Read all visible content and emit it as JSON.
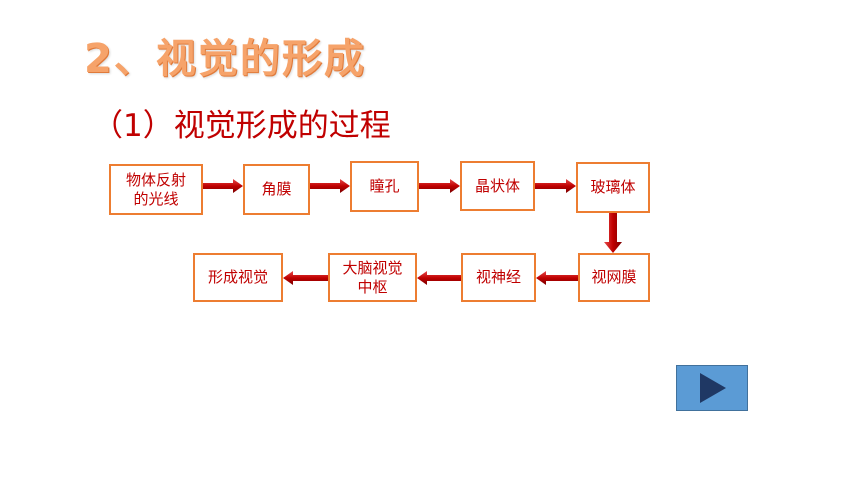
{
  "title": "2、视觉的形成",
  "subtitle": "（1）视觉形成的过程",
  "flow": {
    "steps": [
      {
        "id": "light",
        "label": "物体反射\n的光线"
      },
      {
        "id": "cornea",
        "label": "角膜"
      },
      {
        "id": "pupil",
        "label": "瞳孔"
      },
      {
        "id": "lens",
        "label": "晶状体"
      },
      {
        "id": "vitreous",
        "label": "玻璃体"
      },
      {
        "id": "retina",
        "label": "视网膜"
      },
      {
        "id": "optic-nerve",
        "label": "视神经"
      },
      {
        "id": "visual-center",
        "label": "大脑视觉\n中枢"
      },
      {
        "id": "vision",
        "label": "形成视觉"
      }
    ]
  },
  "colors": {
    "title": "#f6a36a",
    "text": "#c00000",
    "border": "#ed7d31",
    "arrow": "#c00000",
    "button": "#5b9bd5",
    "play_icon": "#1f3864"
  },
  "controls": {
    "next_button_icon": "play-triangle-icon"
  }
}
